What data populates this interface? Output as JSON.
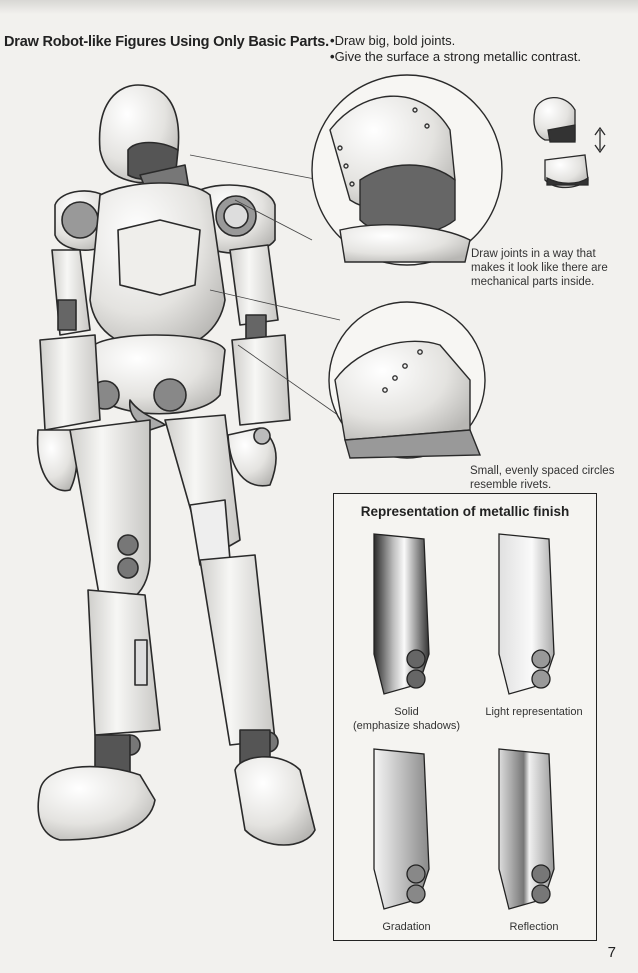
{
  "header": {
    "title": "Draw Robot-like Figures Using Only Basic Parts.",
    "tips": [
      "Draw big, bold joints.",
      "Give the surface a strong metallic contrast."
    ]
  },
  "callouts": {
    "joints": [
      "Draw joints in a way that",
      "makes it look like there are",
      "mechanical parts inside."
    ],
    "rivets": [
      "Small, evenly spaced circles",
      "resemble rivets."
    ]
  },
  "metallic_box": {
    "title": "Representation of metallic finish",
    "samples": [
      {
        "label": "Solid",
        "sublabel": "(emphasize shadows)"
      },
      {
        "label": "Light representation"
      },
      {
        "label": "Gradation"
      },
      {
        "label": "Reflection"
      }
    ]
  },
  "page_number": "7"
}
